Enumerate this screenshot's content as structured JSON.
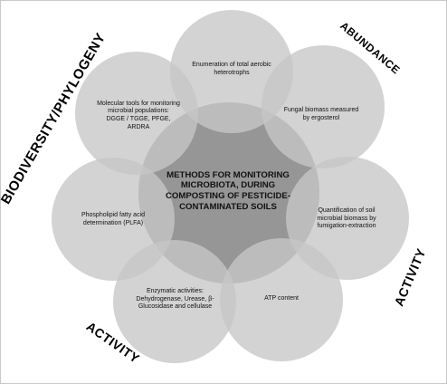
{
  "center": {
    "text": "METHODS FOR MONITORING MICROBIOTA, DURING COMPOSTING OF PESTICIDE-CONTAMINATED SOILS"
  },
  "methods": [
    {
      "text": "Enumeration of total aerobic heterotrophs"
    },
    {
      "text": "Fungal biomass measured by ergosterol"
    },
    {
      "text": "Quantification of soil microbial biomass by fumigation-extraction"
    },
    {
      "text": "ATP content"
    },
    {
      "text": "Enzymatic activities:",
      "detail": "Dehydrogenase, Urease, β-Glucosidase and cellulase"
    },
    {
      "text": "Phospholipid fatty acid determination (PLFA)"
    },
    {
      "text": "Molecular tools for monitoring microbial populations:",
      "detail": "DGGE / TGGE, PFGE, ARDRA"
    }
  ],
  "categories": {
    "biodiversity": "BIODIVERSITY/PHYLOGENY",
    "abundance": "ABUNDANCE",
    "activity_right": "ACTIVITY",
    "activity_left": "ACTIVITY"
  },
  "colors": {
    "center_circle": "#888888",
    "outer_circle": "#c6c6c6"
  }
}
